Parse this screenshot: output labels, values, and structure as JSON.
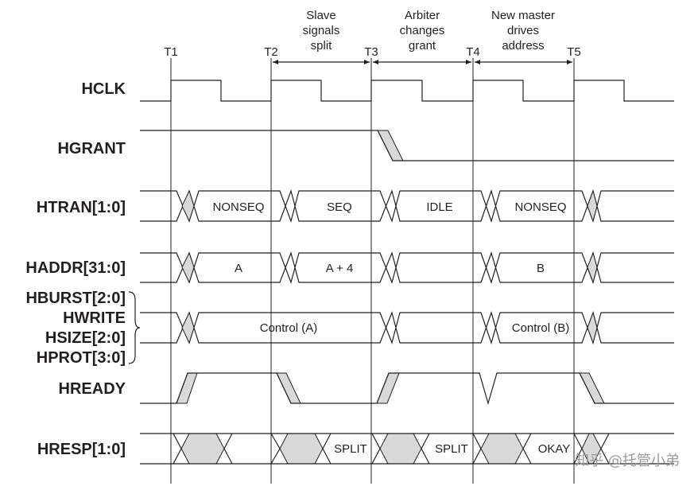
{
  "time_markers": [
    "T1",
    "T2",
    "T3",
    "T4",
    "T5"
  ],
  "annotations": [
    [
      "Slave",
      "signals",
      "split"
    ],
    [
      "Arbiter",
      "changes",
      "grant"
    ],
    [
      "New master",
      "drives",
      "address"
    ]
  ],
  "signals": {
    "hclk": "HCLK",
    "hgrant": "HGRANT",
    "htran": "HTRAN[1:0]",
    "haddr": "HADDR[31:0]",
    "control": [
      "HBURST[2:0]",
      "HWRITE",
      "HSIZE[2:0]",
      "HPROT[3:0]"
    ],
    "hready": "HREADY",
    "hresp": "HRESP[1:0]"
  },
  "values": {
    "htran": [
      "NONSEQ",
      "SEQ",
      "IDLE",
      "NONSEQ"
    ],
    "haddr": [
      "A",
      "A + 4",
      "B"
    ],
    "control": [
      "Control (A)",
      "Control (B)"
    ],
    "hresp": [
      "SPLIT",
      "SPLIT",
      "OKAY"
    ]
  },
  "watermark": "知乎 @托管小弟",
  "colors": {
    "ink": "#231f20",
    "shade": "#d9d9d9",
    "background": "#ffffff"
  }
}
